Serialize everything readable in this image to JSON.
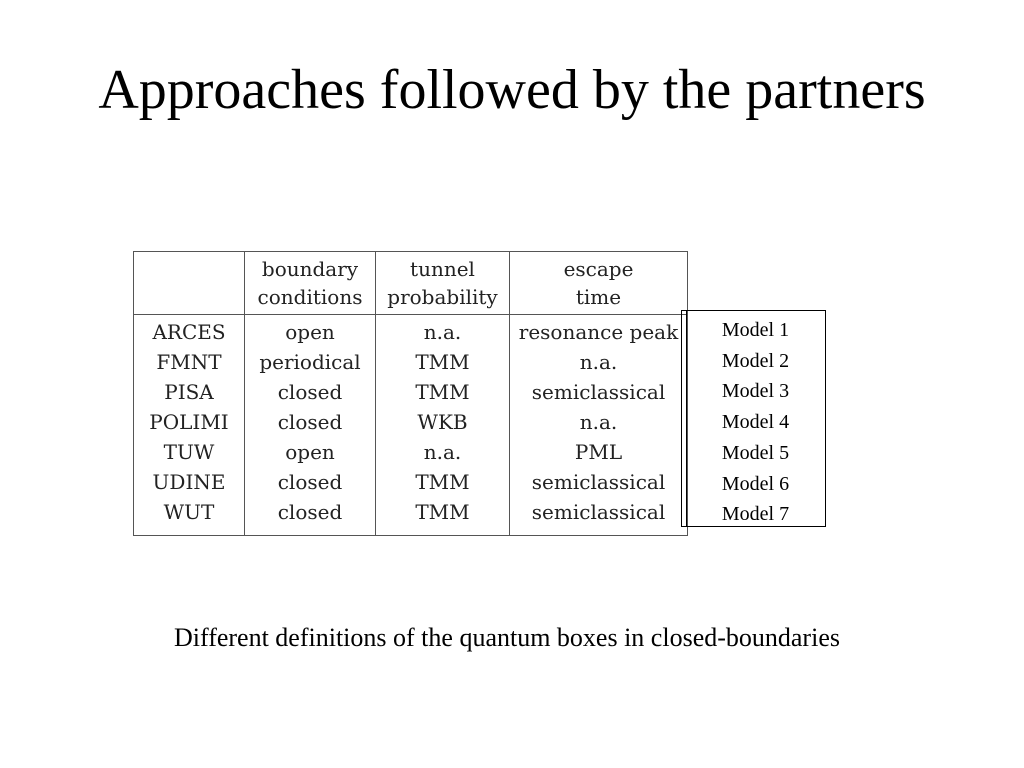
{
  "slide": {
    "title": "Approaches followed by the partners",
    "caption": "Different definitions of the quantum boxes in closed-boundaries"
  },
  "table": {
    "headers": [
      [
        "",
        ""
      ],
      [
        "boundary",
        "conditions"
      ],
      [
        "tunnel",
        "probability"
      ],
      [
        "escape",
        "time"
      ]
    ],
    "rows": [
      [
        "ARCES",
        "open",
        "n.a.",
        "resonance peak"
      ],
      [
        "FMNT",
        "periodical",
        "TMM",
        "n.a."
      ],
      [
        "PISA",
        "closed",
        "TMM",
        "semiclassical"
      ],
      [
        "POLIMI",
        "closed",
        "WKB",
        "n.a."
      ],
      [
        "TUW",
        "open",
        "n.a.",
        "PML"
      ],
      [
        "UDINE",
        "closed",
        "TMM",
        "semiclassical"
      ],
      [
        "WUT",
        "closed",
        "TMM",
        "semiclassical"
      ]
    ]
  },
  "models": [
    "Model 1",
    "Model 2",
    "Model 3",
    "Model 4",
    "Model 5",
    "Model 6",
    "Model 7"
  ]
}
